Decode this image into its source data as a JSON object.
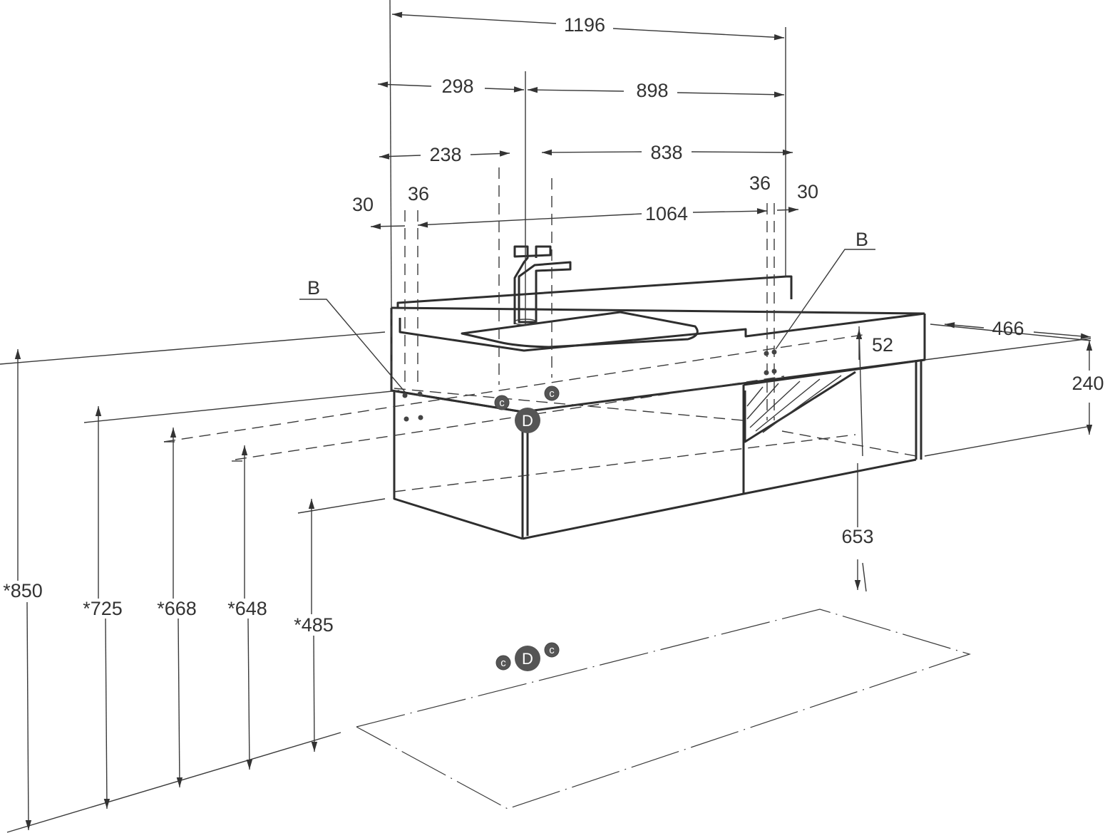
{
  "dimensions": {
    "overall_width": "1196",
    "tap_left": "298",
    "tap_right": "898",
    "bowl_left": "238",
    "bowl_right": "838",
    "left_edge_30": "30",
    "left_edge_36": "36",
    "inner_width": "1064",
    "right_edge_36": "36",
    "right_edge_30": "30",
    "depth": "466",
    "top_offset": "52",
    "cabinet_height": "240",
    "floor_to_bottom": "653",
    "height_850": "*850",
    "height_725": "*725",
    "height_668": "*668",
    "height_648": "*648",
    "height_485": "*485"
  },
  "labels": {
    "bracket_left": "B",
    "bracket_right": "B",
    "connection_c": "c",
    "drain_d": "D"
  }
}
